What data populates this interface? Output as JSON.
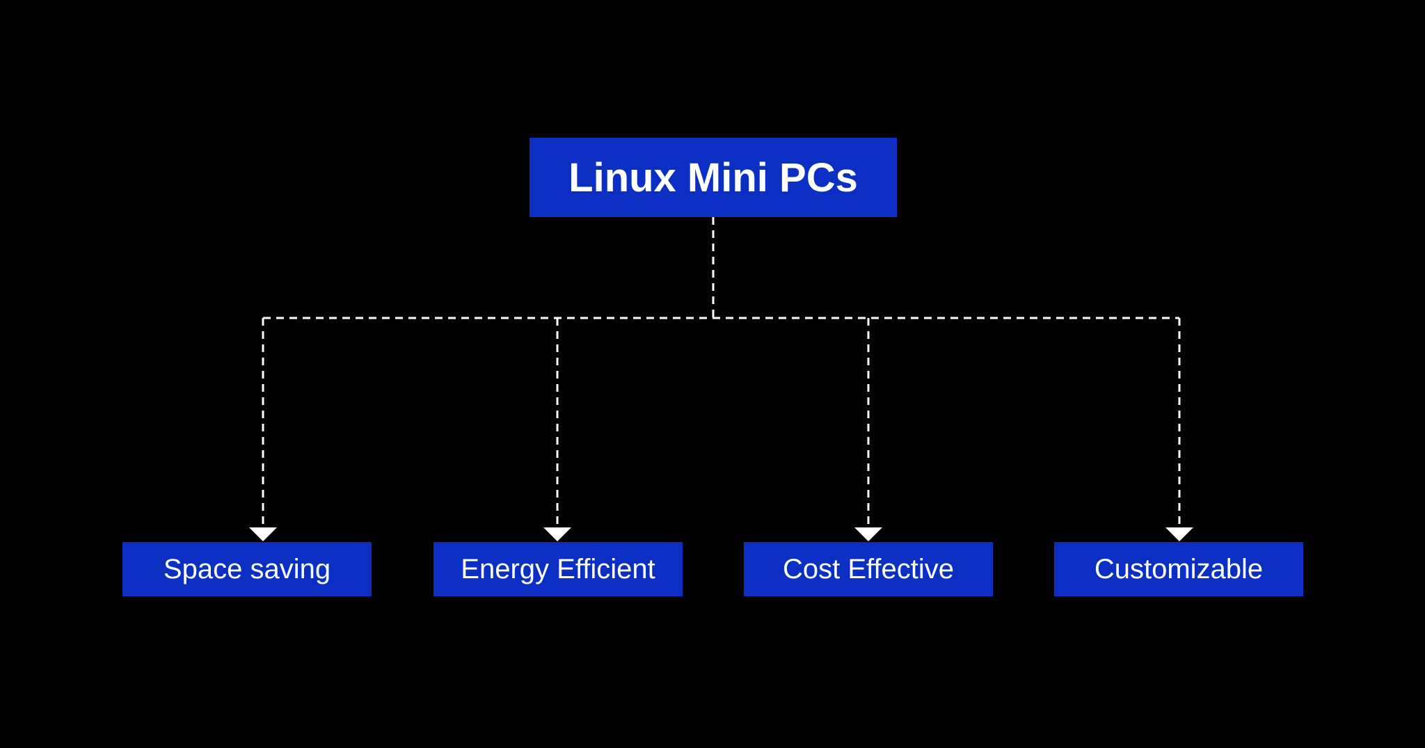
{
  "colors": {
    "background": "#000000",
    "node_fill": "#0a2fc2",
    "node_text": "#ffffff",
    "connector": "#ffffff"
  },
  "root": {
    "label": "Linux Mini PCs"
  },
  "children": [
    {
      "label": "Space saving"
    },
    {
      "label": "Energy Efficient"
    },
    {
      "label": "Cost Effective"
    },
    {
      "label": "Customizable"
    }
  ],
  "connector_style": "dashed"
}
